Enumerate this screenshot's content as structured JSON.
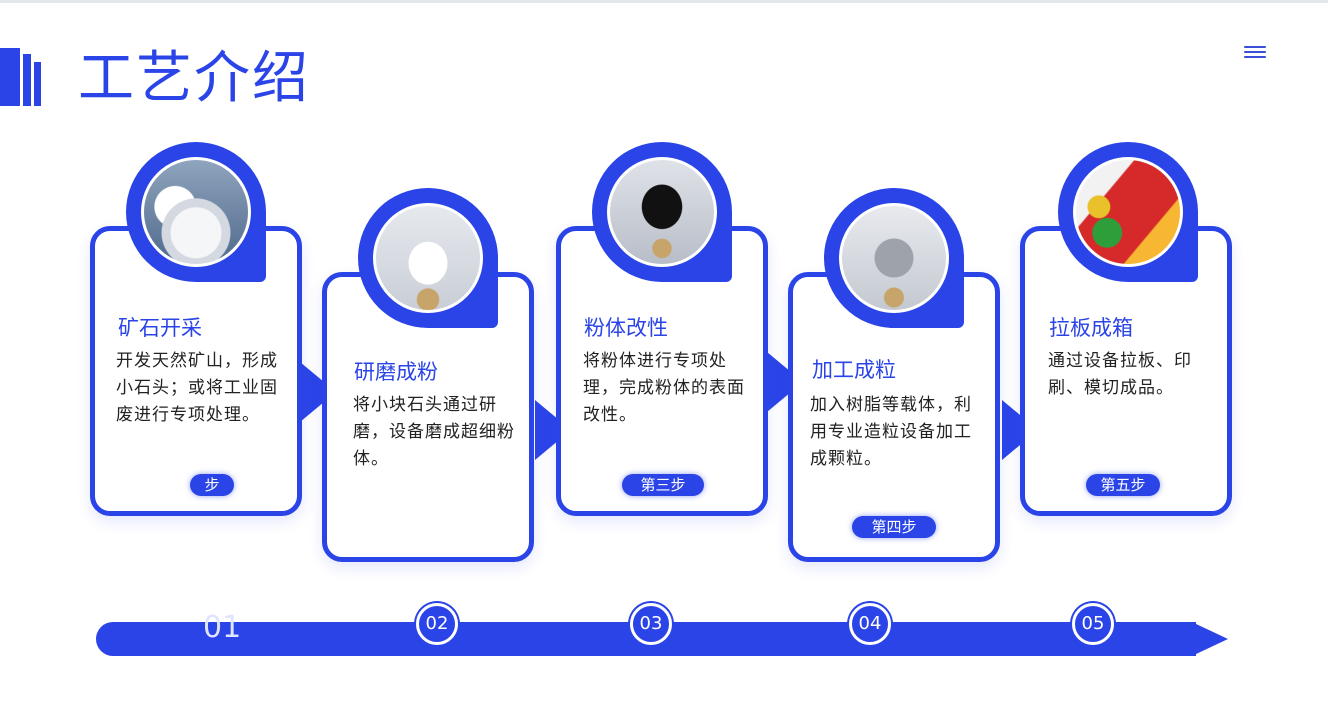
{
  "header": {
    "title": "工艺介绍"
  },
  "colors": {
    "primary": "#2a44e8",
    "text": "#222222"
  },
  "steps": [
    {
      "title": "矿石开采",
      "desc": "开发天然矿山，形成小石头；或将工业固废进行专项处理。",
      "step_label": "步",
      "node": "01",
      "image": "white-ore-rocks"
    },
    {
      "title": "研磨成粉",
      "desc": "将小块石头通过研磨，设备磨成超细粉体。",
      "step_label": "",
      "node": "02",
      "image": "white-powder-flask"
    },
    {
      "title": "粉体改性",
      "desc": "将粉体进行专项处理，完成粉体的表面改性。",
      "step_label": "第三步",
      "node": "03",
      "image": "black-powder-flask"
    },
    {
      "title": "加工成粒",
      "desc": "加入树脂等载体，利用专业造粒设备加工成颗粒。",
      "step_label": "第四步",
      "node": "04",
      "image": "grey-granules-flask"
    },
    {
      "title": "拉板成箱",
      "desc": "通过设备拉板、印刷、模切成品。",
      "step_label": "第五步",
      "node": "05",
      "image": "printed-fruit-box"
    }
  ]
}
